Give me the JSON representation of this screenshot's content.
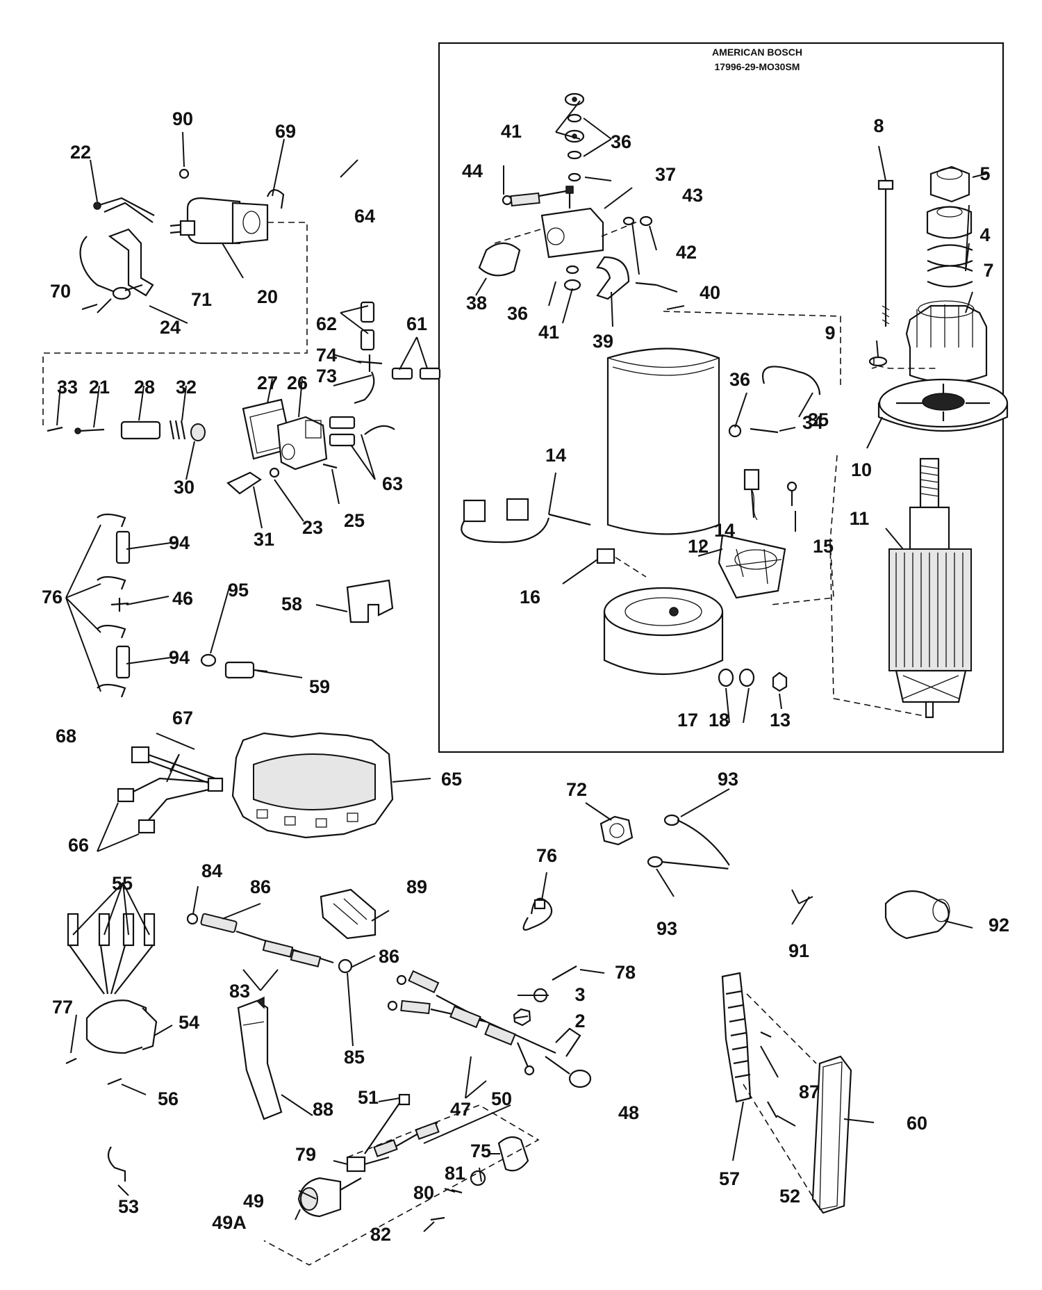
{
  "inset": {
    "brand": "AMERICAN BOSCH",
    "model": "17996-29-MO30SM"
  },
  "callouts": {
    "p2": "2",
    "p3": "3",
    "p4": "4",
    "p5": "5",
    "p7": "7",
    "p8": "8",
    "p9": "9",
    "p10": "10",
    "p11": "11",
    "p12": "12",
    "p13": "13",
    "p14a": "14",
    "p14b": "14",
    "p15": "15",
    "p16": "16",
    "p17": "17",
    "p18": "18",
    "p20": "20",
    "p21": "21",
    "p22": "22",
    "p23": "23",
    "p24": "24",
    "p25": "25",
    "p26": "26",
    "p27": "27",
    "p28": "28",
    "p30": "30",
    "p31": "31",
    "p32": "32",
    "p33": "33",
    "p34": "34",
    "p35": "35",
    "p36a": "36",
    "p36b": "36",
    "p36c": "36",
    "p37": "37",
    "p38": "38",
    "p39": "39",
    "p40": "40",
    "p41a": "41",
    "p41b": "41",
    "p42": "42",
    "p43": "43",
    "p44": "44",
    "p46": "46",
    "p47": "47",
    "p48": "48",
    "p49": "49",
    "p49a": "49A",
    "p50": "50",
    "p51": "51",
    "p52": "52",
    "p53": "53",
    "p54": "54",
    "p55": "55",
    "p56": "56",
    "p57": "57",
    "p58": "58",
    "p59": "59",
    "p60": "60",
    "p61": "61",
    "p62": "62",
    "p63": "63",
    "p64": "64",
    "p65": "65",
    "p66": "66",
    "p67": "67",
    "p68": "68",
    "p69": "69",
    "p70": "70",
    "p71": "71",
    "p72": "72",
    "p73": "73",
    "p74": "74",
    "p75": "75",
    "p76a": "76",
    "p76b": "76",
    "p77": "77",
    "p78": "78",
    "p79": "79",
    "p80": "80",
    "p81": "81",
    "p82": "82",
    "p83": "83",
    "p84": "84",
    "p85": "85",
    "p86a": "86",
    "p86b": "86",
    "p87": "87",
    "p88": "88",
    "p89": "89",
    "p90": "90",
    "p91": "91",
    "p92": "92",
    "p93a": "93",
    "p93b": "93",
    "p94a": "94",
    "p94b": "94",
    "p95": "95"
  }
}
